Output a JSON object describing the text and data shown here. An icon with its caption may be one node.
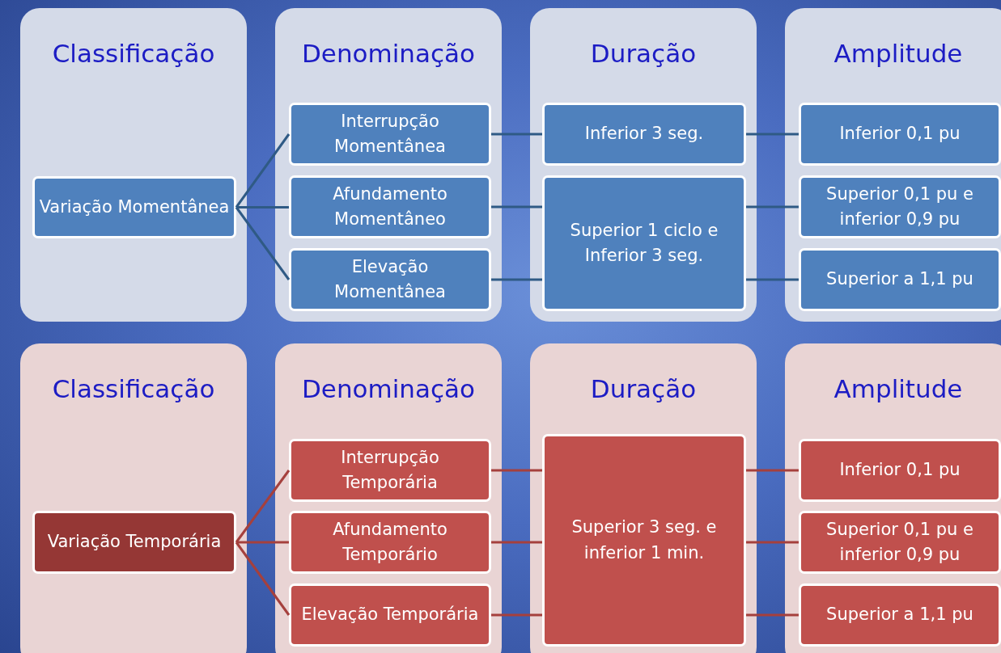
{
  "diagram": {
    "nodes": [
      {
        "text": [
          "Classificação"
        ]
      },
      {
        "text": [
          "Variação Momentânea"
        ],
        "in": 0
      },
      {
        "text": [
          "Denominação"
        ]
      },
      {
        "text": [
          "Interrupção Momentânea"
        ],
        "in": 2
      },
      {
        "text": [
          "Afundamento Momentâneo"
        ],
        "in": 2
      },
      {
        "text": [
          "Elevação Momentânea"
        ],
        "in": 2
      },
      {
        "text": [
          "Duração"
        ]
      },
      {
        "text": [
          "Inferior 3 seg."
        ],
        "in": 6
      },
      {
        "text": [
          "Superior 1 ciclo e Inferior 3 seg."
        ],
        "in": 6
      },
      {
        "text": [
          "Amplitude"
        ]
      },
      {
        "text": [
          "Inferior 0,1 pu"
        ],
        "in": 9
      },
      {
        "text": [
          "Superior 0,1 pu e inferior 0,9 pu"
        ],
        "in": 9
      },
      {
        "text": [
          "Superior a 1,1 pu"
        ],
        "in": 9
      },
      {
        "text": [
          "Classificação"
        ]
      },
      {
        "text": [
          "Variação Temporária"
        ],
        "in": 13
      },
      {
        "text": [
          "Denominação"
        ]
      },
      {
        "text": [
          "Interrupção Temporária"
        ],
        "in": 15
      },
      {
        "text": [
          "Afundamento Temporário"
        ],
        "in": 15
      },
      {
        "text": [
          "Elevação Temporária"
        ],
        "in": 15
      },
      {
        "text": [
          "Duração"
        ]
      },
      {
        "text": [
          "Superior 3 seg. e inferior 1 min."
        ],
        "in": 19
      },
      {
        "text": [
          "Amplitude"
        ]
      },
      {
        "text": [
          "Inferior 0,1 pu"
        ],
        "in": 21
      },
      {
        "text": [
          "Superior 0,1 pu e inferior 0,9 pu"
        ],
        "in": 21
      },
      {
        "text": [
          "Superior a 1,1 pu"
        ],
        "in": 21
      }
    ],
    "edges": [
      {
        "from": 1,
        "to": 3,
        "arrow": "none"
      },
      {
        "from": 1,
        "to": 4,
        "arrow": "none"
      },
      {
        "from": 1,
        "to": 5,
        "arrow": "none"
      },
      {
        "from": 3,
        "to": 7,
        "arrow": "none"
      },
      {
        "from": 4,
        "to": 8,
        "arrow": "none"
      },
      {
        "from": 5,
        "to": 8,
        "arrow": "none"
      },
      {
        "from": 7,
        "to": 10,
        "arrow": "none"
      },
      {
        "from": 8,
        "to": 11,
        "arrow": "none"
      },
      {
        "from": 8,
        "to": 12,
        "arrow": "none"
      },
      {
        "from": 14,
        "to": 16,
        "arrow": "none",
        "color": "#a5403d"
      },
      {
        "from": 14,
        "to": 17,
        "arrow": "none",
        "color": "#a5403d"
      },
      {
        "from": 14,
        "to": 18,
        "arrow": "none",
        "color": "#a5403d"
      },
      {
        "from": 16,
        "to": 20,
        "arrow": "none",
        "color": "#a5403d"
      },
      {
        "from": 17,
        "to": 20,
        "arrow": "none",
        "color": "#a5403d"
      },
      {
        "from": 18,
        "to": 20,
        "arrow": "none",
        "color": "#a5403d"
      },
      {
        "from": 20,
        "to": 22,
        "arrow": "none",
        "color": "#a5403d"
      },
      {
        "from": 20,
        "to": 23,
        "arrow": "none",
        "color": "#a5403d"
      },
      {
        "from": 20,
        "to": 24,
        "arrow": "none",
        "color": "#a5403d"
      }
    ]
  }
}
